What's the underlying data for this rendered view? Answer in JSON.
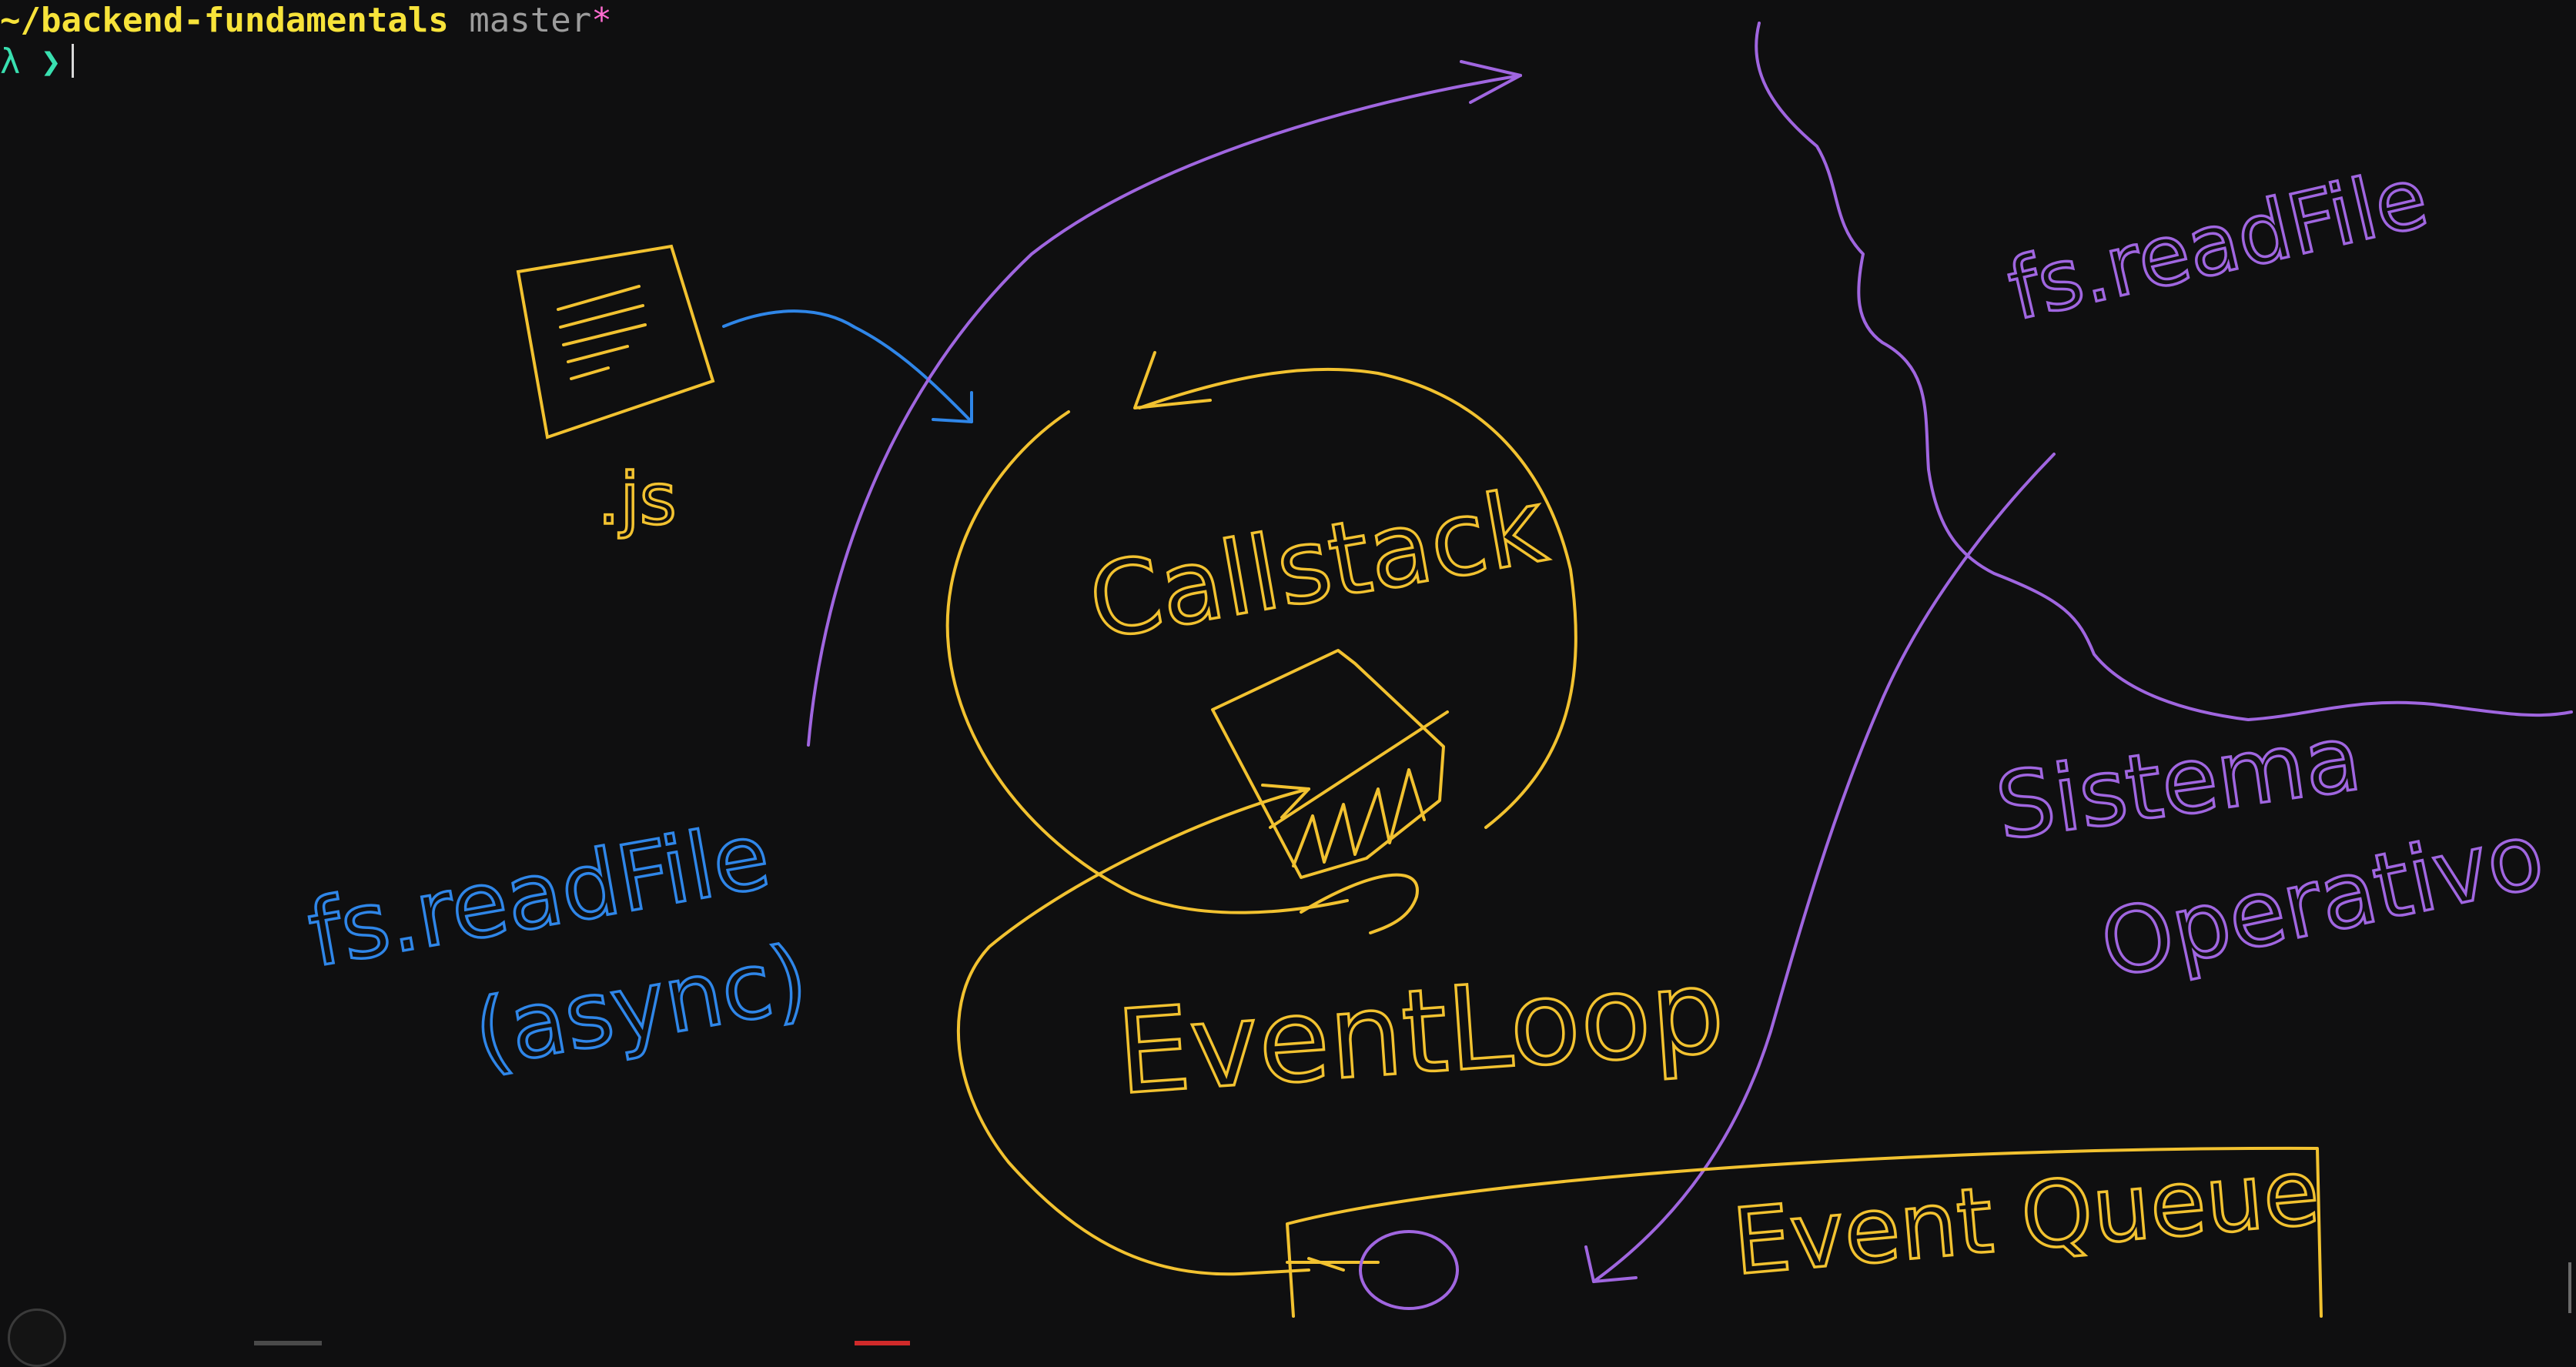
{
  "terminal": {
    "path": "~/backend-fundamentals",
    "branch": "master",
    "dirty_marker": "*",
    "prompt": "λ ❯"
  },
  "drawing": {
    "labels": {
      "js_file": ".js",
      "callstack": "Callstack",
      "event_loop": "EventLoop",
      "fs_readfile_async_line1": "fs.readFile",
      "fs_readfile_async_line2": "(async)",
      "fs_readfile_os": "fs.readFile",
      "sistema": "Sistema",
      "operativo": "Operativo",
      "event_queue": "Event Queue"
    },
    "colors": {
      "background": "#0f0f10",
      "yellow": "#f2c230",
      "purple": "#a066e0",
      "blue": "#2f86e8"
    }
  },
  "taskbar": {
    "colors": {
      "neutral": "#4a4a4a",
      "accent": "#d02a2a"
    }
  }
}
